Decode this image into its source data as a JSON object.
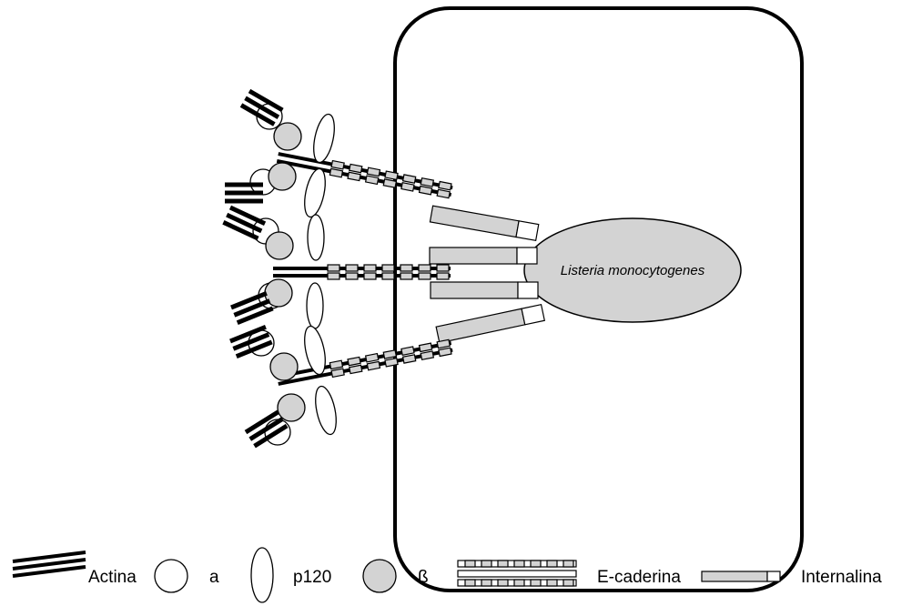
{
  "bacterium": {
    "label": "Listeria monocytogenes"
  },
  "legend": {
    "actina": "Actina",
    "alpha": "a",
    "p120": "p120",
    "beta": "ß",
    "ecadherin": "E-caderina",
    "internalin": "Internalina"
  },
  "colors": {
    "stroke": "#000000",
    "fill_gray": "#d3d3d3",
    "fill_white": "#ffffff"
  }
}
